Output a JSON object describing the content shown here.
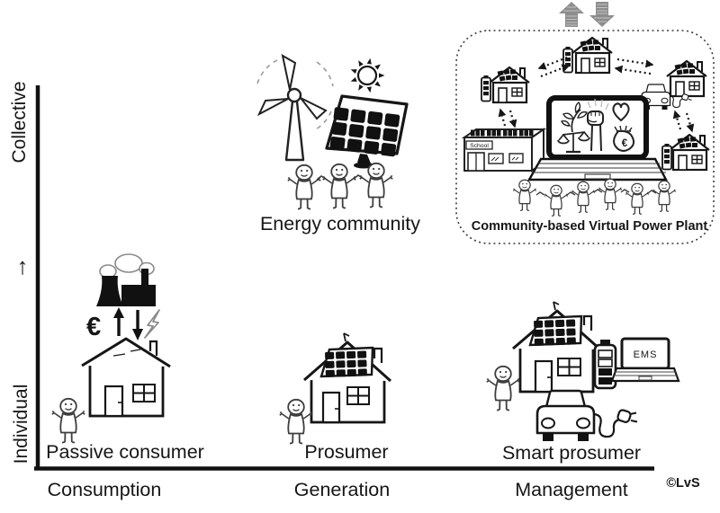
{
  "copyright": "©LvS",
  "colors": {
    "ink": "#161616",
    "sketch_gray": "#8d8d8d"
  },
  "y_axis": {
    "top_label": "Collective",
    "direction_arrow": "↑",
    "bottom_label": "Individual"
  },
  "x_axis": {
    "consumption": "Consumption",
    "generation": "Generation",
    "management": "Management"
  },
  "groups": {
    "passive_consumer": {
      "label": "Passive consumer",
      "euro_symbol": "€"
    },
    "prosumer": {
      "label": "Prosumer"
    },
    "smart_prosumer": {
      "label": "Smart prosumer",
      "ems_screen_text": "EMS"
    },
    "energy_community": {
      "label": "Energy community"
    },
    "virtual_power_plant": {
      "label": "Community-based Virtual Power Plant",
      "school_sign": "School",
      "money_bag_symbol": "€"
    }
  }
}
